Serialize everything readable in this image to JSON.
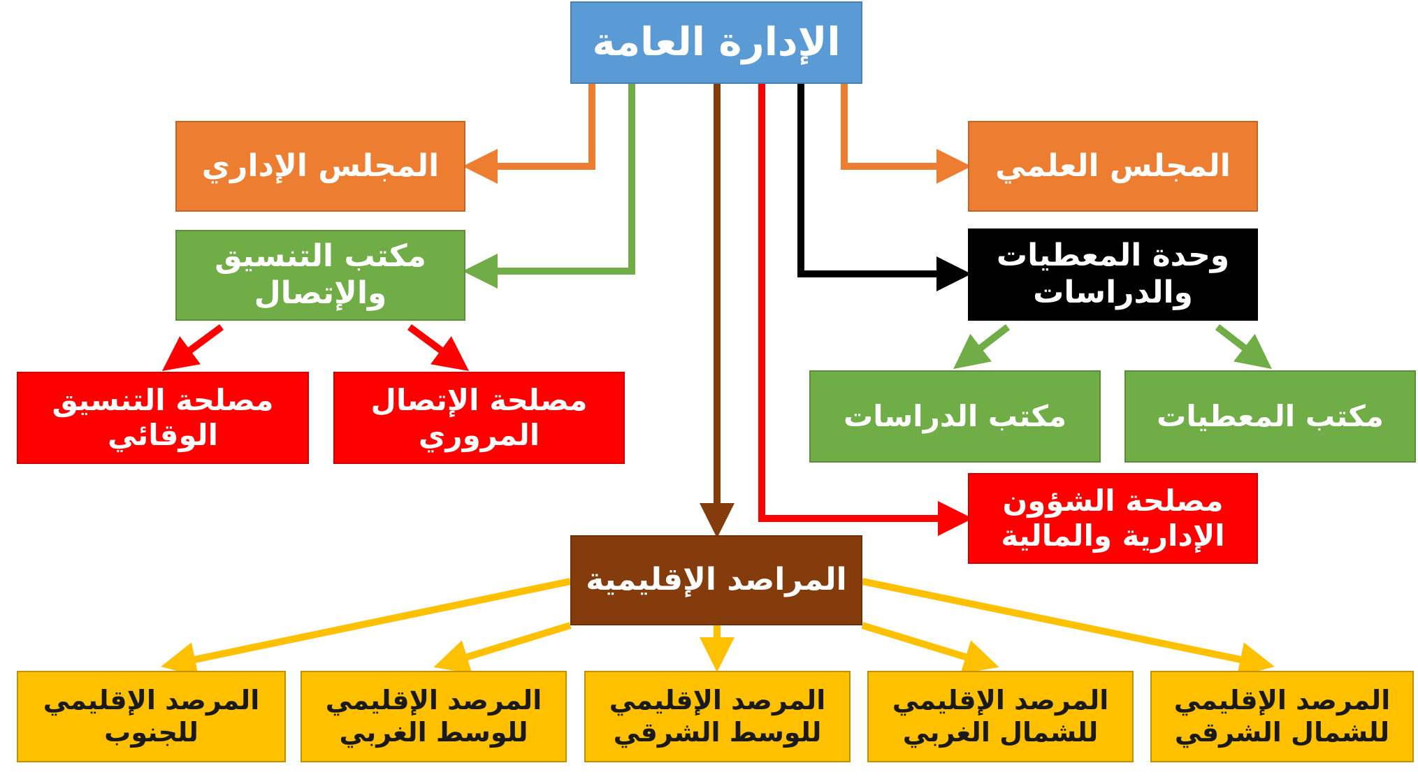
{
  "colors": {
    "blue": "#5b9bd5",
    "orange": "#ed7d31",
    "green": "#70ad47",
    "black": "#000000",
    "red": "#ff0000",
    "brown": "#843c0c",
    "yellow": "#ffc000"
  },
  "nodes": {
    "general_directorate": {
      "lines": [
        "الإدارة العامة"
      ]
    },
    "admin_council": {
      "lines": [
        "المجلس الإداري"
      ]
    },
    "scientific_council": {
      "lines": [
        "المجلس العلمي"
      ]
    },
    "coordination_office": {
      "lines": [
        "مكتب التنسيق",
        "والإتصال"
      ]
    },
    "data_studies_unit": {
      "lines": [
        "وحدة المعطيات",
        "والدراسات"
      ]
    },
    "preventive_coordination": {
      "lines": [
        "مصلحة التنسيق",
        "الوقائي"
      ]
    },
    "traffic_communication": {
      "lines": [
        "مصلحة الإتصال",
        "المروري"
      ]
    },
    "studies_office": {
      "lines": [
        "مكتب الدراسات"
      ]
    },
    "data_office": {
      "lines": [
        "مكتب المعطيات"
      ]
    },
    "admin_finance": {
      "lines": [
        "مصلحة الشؤون",
        "الإدارية والمالية"
      ]
    },
    "regional_observatories": {
      "lines": [
        "المراصد الإقليمية"
      ]
    },
    "obs_south": {
      "lines": [
        "المرصد الإقليمي",
        "للجنوب"
      ]
    },
    "obs_center_west": {
      "lines": [
        "المرصد الإقليمي",
        "للوسط الغربي"
      ]
    },
    "obs_center_east": {
      "lines": [
        "المرصد الإقليمي",
        "للوسط الشرقي"
      ]
    },
    "obs_north_west": {
      "lines": [
        "المرصد الإقليمي",
        "للشمال الغربي"
      ]
    },
    "obs_north_east": {
      "lines": [
        "المرصد الإقليمي",
        "للشمال الشرقي"
      ]
    }
  }
}
